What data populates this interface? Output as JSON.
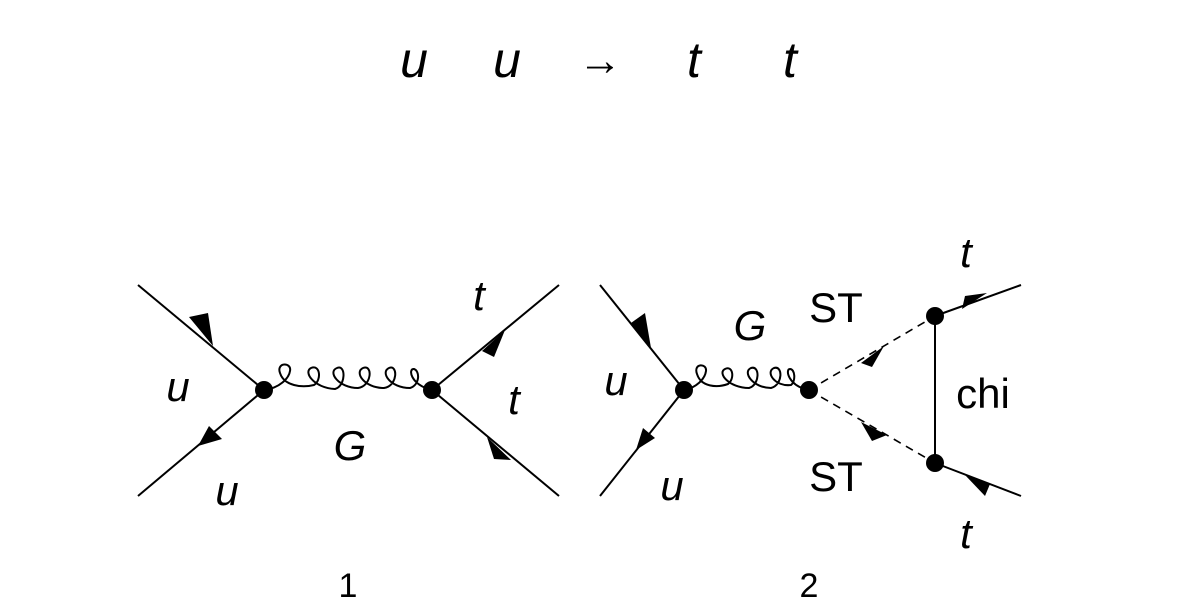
{
  "process": {
    "in1": "u",
    "in2": "u",
    "arrow": "→",
    "out1": "t",
    "out2": "t"
  },
  "diagrams": [
    {
      "number": "1",
      "labels": {
        "in_upper": "u",
        "in_lower": "u",
        "propagator": "G",
        "out_upper": "t",
        "out_lower": "t"
      }
    },
    {
      "number": "2",
      "labels": {
        "in_upper": "u",
        "in_lower": "u",
        "gluon": "G",
        "scalar_upper": "ST",
        "scalar_lower": "ST",
        "loop": "chi",
        "out_upper": "t",
        "out_lower": "t"
      }
    }
  ]
}
